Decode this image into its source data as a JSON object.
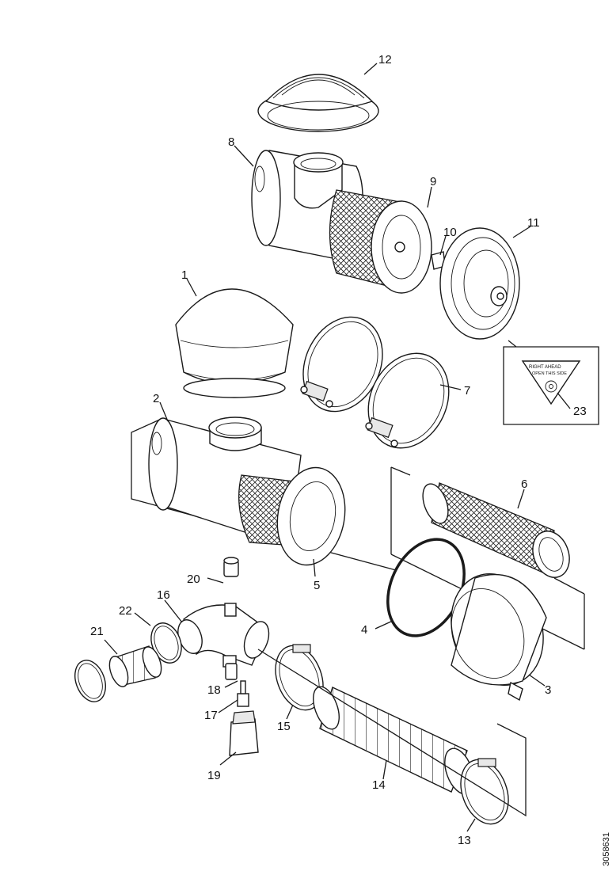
{
  "callouts": {
    "c1": "1",
    "c2": "2",
    "c3": "3",
    "c4": "4",
    "c5": "5",
    "c6": "6",
    "c7": "7",
    "c8": "8",
    "c9": "9",
    "c10": "10",
    "c11": "11",
    "c12": "12",
    "c13": "13",
    "c14": "14",
    "c15": "15",
    "c16": "16",
    "c17": "17",
    "c18": "18",
    "c19": "19",
    "c20": "20",
    "c21": "21",
    "c22": "22",
    "c23": "23"
  },
  "decal": {
    "line1": "RIGHT AHEAD",
    "line2": "OPEN THIS SIDE"
  },
  "reference_code": "3058631"
}
